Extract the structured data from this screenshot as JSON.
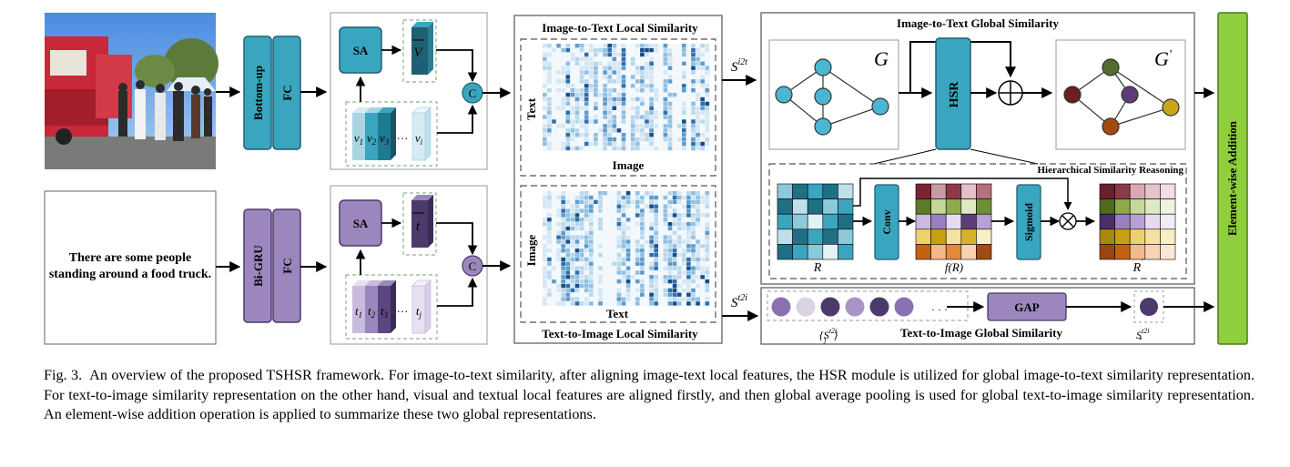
{
  "image_panel": {
    "description_elements": [
      "red-food-truck",
      "people",
      "trees",
      "sky"
    ]
  },
  "text_panel": {
    "sentence_line1": "There are some people",
    "sentence_line2": "standing around a food truck."
  },
  "image_branch": {
    "encoder1": "Bottom-up",
    "encoder2": "FC",
    "sa": "SA",
    "pooled": "V",
    "features": [
      "v1",
      "v2",
      "v3",
      "vi"
    ],
    "feature_labels": [
      {
        "base": "v",
        "sub": "1"
      },
      {
        "base": "v",
        "sub": "2"
      },
      {
        "base": "v",
        "sub": "3"
      },
      {
        "base": "v",
        "sub": "i"
      }
    ],
    "ellipsis": "…",
    "concat": "C",
    "colors": {
      "main": "#3aa5bf",
      "dark": "#1f5f73",
      "light": "#a8d5e2",
      "pale": "#d6ecf2"
    }
  },
  "text_branch": {
    "encoder1": "Bi-GRU",
    "encoder2": "FC",
    "sa": "SA",
    "pooled": "t",
    "feature_labels": [
      {
        "base": "t",
        "sub": "1"
      },
      {
        "base": "t",
        "sub": "2"
      },
      {
        "base": "t",
        "sub": "3"
      },
      {
        "base": "t",
        "sub": "j"
      }
    ],
    "ellipsis": "…",
    "concat": "C",
    "colors": {
      "main": "#9b87bd",
      "dark": "#4b3a6b",
      "light": "#c7bcdc",
      "pale": "#e6e0ef"
    }
  },
  "i2t_local": {
    "title": "Image-to-Text Local Similarity",
    "ylabel": "Text",
    "xlabel": "Image"
  },
  "t2i_local": {
    "title": "Text-to-Image Local Similarity",
    "ylabel": "Image",
    "xlabel": "Text"
  },
  "s_i2t": {
    "base": "S",
    "sup": "i2t"
  },
  "s_t2i": {
    "base": "S",
    "sup": "t2i"
  },
  "i2t_global": {
    "title": "Image-to-Text Global Similarity",
    "graph_in": "G",
    "graph_out": "G",
    "graph_out_prime": "'",
    "hsr": "HSR",
    "hsr_detail_title": "Hierarchical Similarity Reasoning",
    "conv": "Conv",
    "sigmoid": "Sigmoid",
    "label_r": "R",
    "label_fr": "f(R)",
    "label_rprime": "R",
    "rprime": "'",
    "node_colors_out": [
      "#556b2f",
      "#6b1f1f",
      "#5c3d7a",
      "#c8a615",
      "#a14b10"
    ]
  },
  "t2i_global": {
    "title": "Text-to-Image Global Similarity",
    "gap": "GAP",
    "set_label_base": "{S",
    "set_label_sub": "j",
    "set_label_sup": "t2i",
    "set_label_end": "}",
    "out_base": "S",
    "out_sub": "*",
    "out_sup": "t2i",
    "ellipsis": "· · ·",
    "circle_colors": [
      "#8a72b0",
      "#dad3e6",
      "#4b3a6b",
      "#a894c8",
      "#4b3a6b",
      "#8a72b0"
    ]
  },
  "ewa": {
    "label": "Element-wise Addition",
    "color": "#8fce3c"
  },
  "caption": {
    "fig": "Fig. 3.",
    "text": "An overview of the proposed TSHSR framework. For image-to-text similarity, after aligning image-text local features, the HSR module is utilized for global image-to-text similarity representation. For text-to-image similarity representation on the other hand, visual and textual local features are aligned firstly, and then global average pooling is used for global text-to-image similarity representation. An element-wise addition operation is applied to summarize these two global representations."
  }
}
